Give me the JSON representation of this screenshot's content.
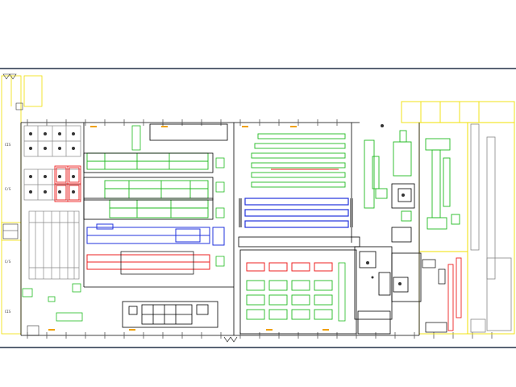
{
  "drawing": {
    "room_labels": [
      "CIS",
      "C/S",
      "C/S",
      "CIS"
    ],
    "colors": {
      "frame": "#5a6475",
      "wall": "#000000",
      "outline": "#f0e000",
      "green": "#22bb22",
      "blue": "#2233dd",
      "red": "#ee2222",
      "gray": "#888888",
      "dark": "#333333"
    }
  }
}
